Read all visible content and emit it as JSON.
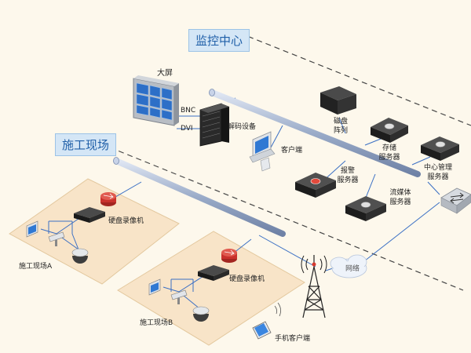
{
  "zones": {
    "monitoring_center": "监控中心",
    "construction_site": "施工现场"
  },
  "devices": {
    "big_screen": "大屏",
    "bnc": "BNC",
    "dvi": "DVI",
    "decoder": "解码设备",
    "client": "客户端",
    "disk_array_l1": "磁盘",
    "disk_array_l2": "阵列",
    "storage_l1": "存储",
    "storage_l2": "服务器",
    "alarm_l1": "报警",
    "alarm_l2": "服务器",
    "streaming_l1": "流媒体",
    "streaming_l2": "服务器",
    "central_l1": "中心管理",
    "central_l2": "服务器",
    "dvr_a": "硬盘录像机",
    "dvr_b": "硬盘录像机",
    "site_a": "施工现场A",
    "site_b": "施工现场B",
    "network": "网络",
    "mobile_client": "手机客户端"
  },
  "colors": {
    "background": "#fdf8ec",
    "site_area": "#f8e4c8",
    "link_line": "#3a6fc4",
    "backbone": "#8fa2c4",
    "zone_label_bg": "#d4e6f6",
    "router": "#c9312c"
  }
}
